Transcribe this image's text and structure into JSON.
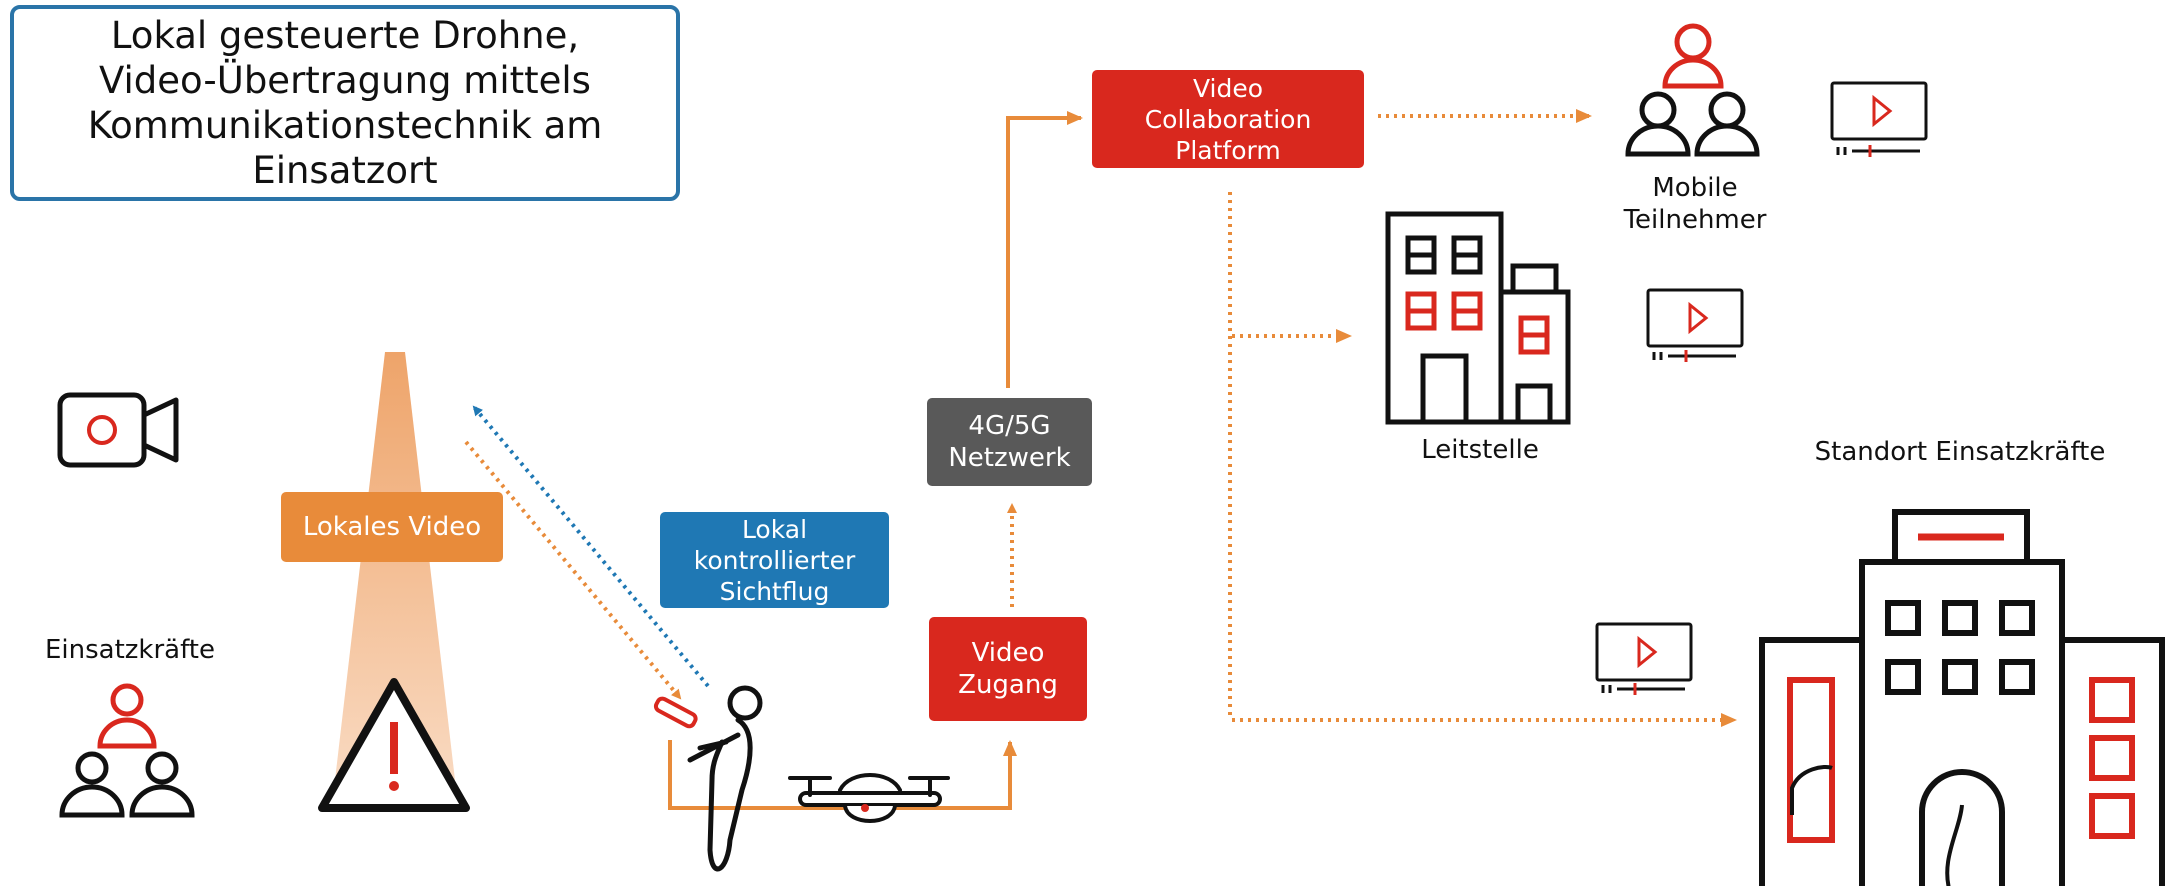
{
  "title": "Lokal gesteuerte Drohne,\nVideo-Übertragung mittels\nKommunikationstechnik am\nEinsatzort",
  "nodes": {
    "lokales_video": "Lokales Video",
    "lokal_kontrollierter_sichtflug": "Lokal\nkontrollierter\nSichtflug",
    "netzwerk": "4G/5G\nNetzwerk",
    "video_zugang": "Video\nZugang",
    "video_collaboration_platform": "Video\nCollaboration\nPlatform"
  },
  "labels": {
    "einsatzkraefte": "Einsatzkräfte",
    "mobile_teilnehmer": "Mobile\nTeilnehmer",
    "leitstelle": "Leitstelle",
    "standort_einsatzkraefte": "Standort Einsatzkräfte"
  },
  "colors": {
    "red": "#d9281e",
    "orange": "#e88b3a",
    "blue": "#1f78b4",
    "dark_gray": "#595959",
    "title_border": "#2a74a8",
    "beam_light": "#f7cfae",
    "beam_dark": "#eea46a"
  },
  "icons": [
    "video-camera-icon",
    "people-group-icon",
    "warning-icon",
    "person-with-remote-icon",
    "drone-icon",
    "office-building-icon",
    "video-player-icon",
    "headquarters-building-icon"
  ]
}
